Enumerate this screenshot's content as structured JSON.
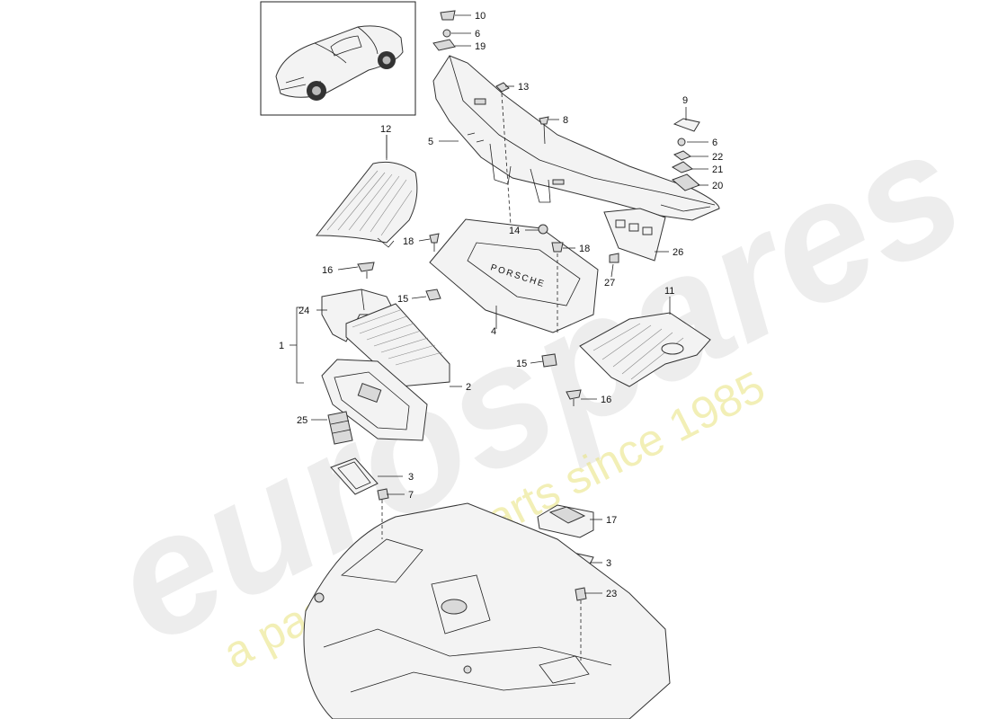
{
  "diagram": {
    "callouts": {
      "c1": "1",
      "c2": "2",
      "c3a": "3",
      "c3b": "3",
      "c4": "4",
      "c5": "5",
      "c6a": "6",
      "c6b": "6",
      "c7": "7",
      "c8": "8",
      "c9": "9",
      "c10": "10",
      "c11": "11",
      "c12": "12",
      "c13": "13",
      "c14": "14",
      "c15a": "15",
      "c15b": "15",
      "c16a": "16",
      "c16b": "16",
      "c17": "17",
      "c18a": "18",
      "c18b": "18",
      "c19": "19",
      "c20": "20",
      "c21": "21",
      "c22": "22",
      "c23": "23",
      "c24": "24",
      "c25": "25",
      "c26": "26",
      "c27": "27"
    },
    "panel_logo": "PORSCHE"
  },
  "watermark": {
    "brand": "eurospares",
    "tagline": "a passion for parts since 1985"
  }
}
